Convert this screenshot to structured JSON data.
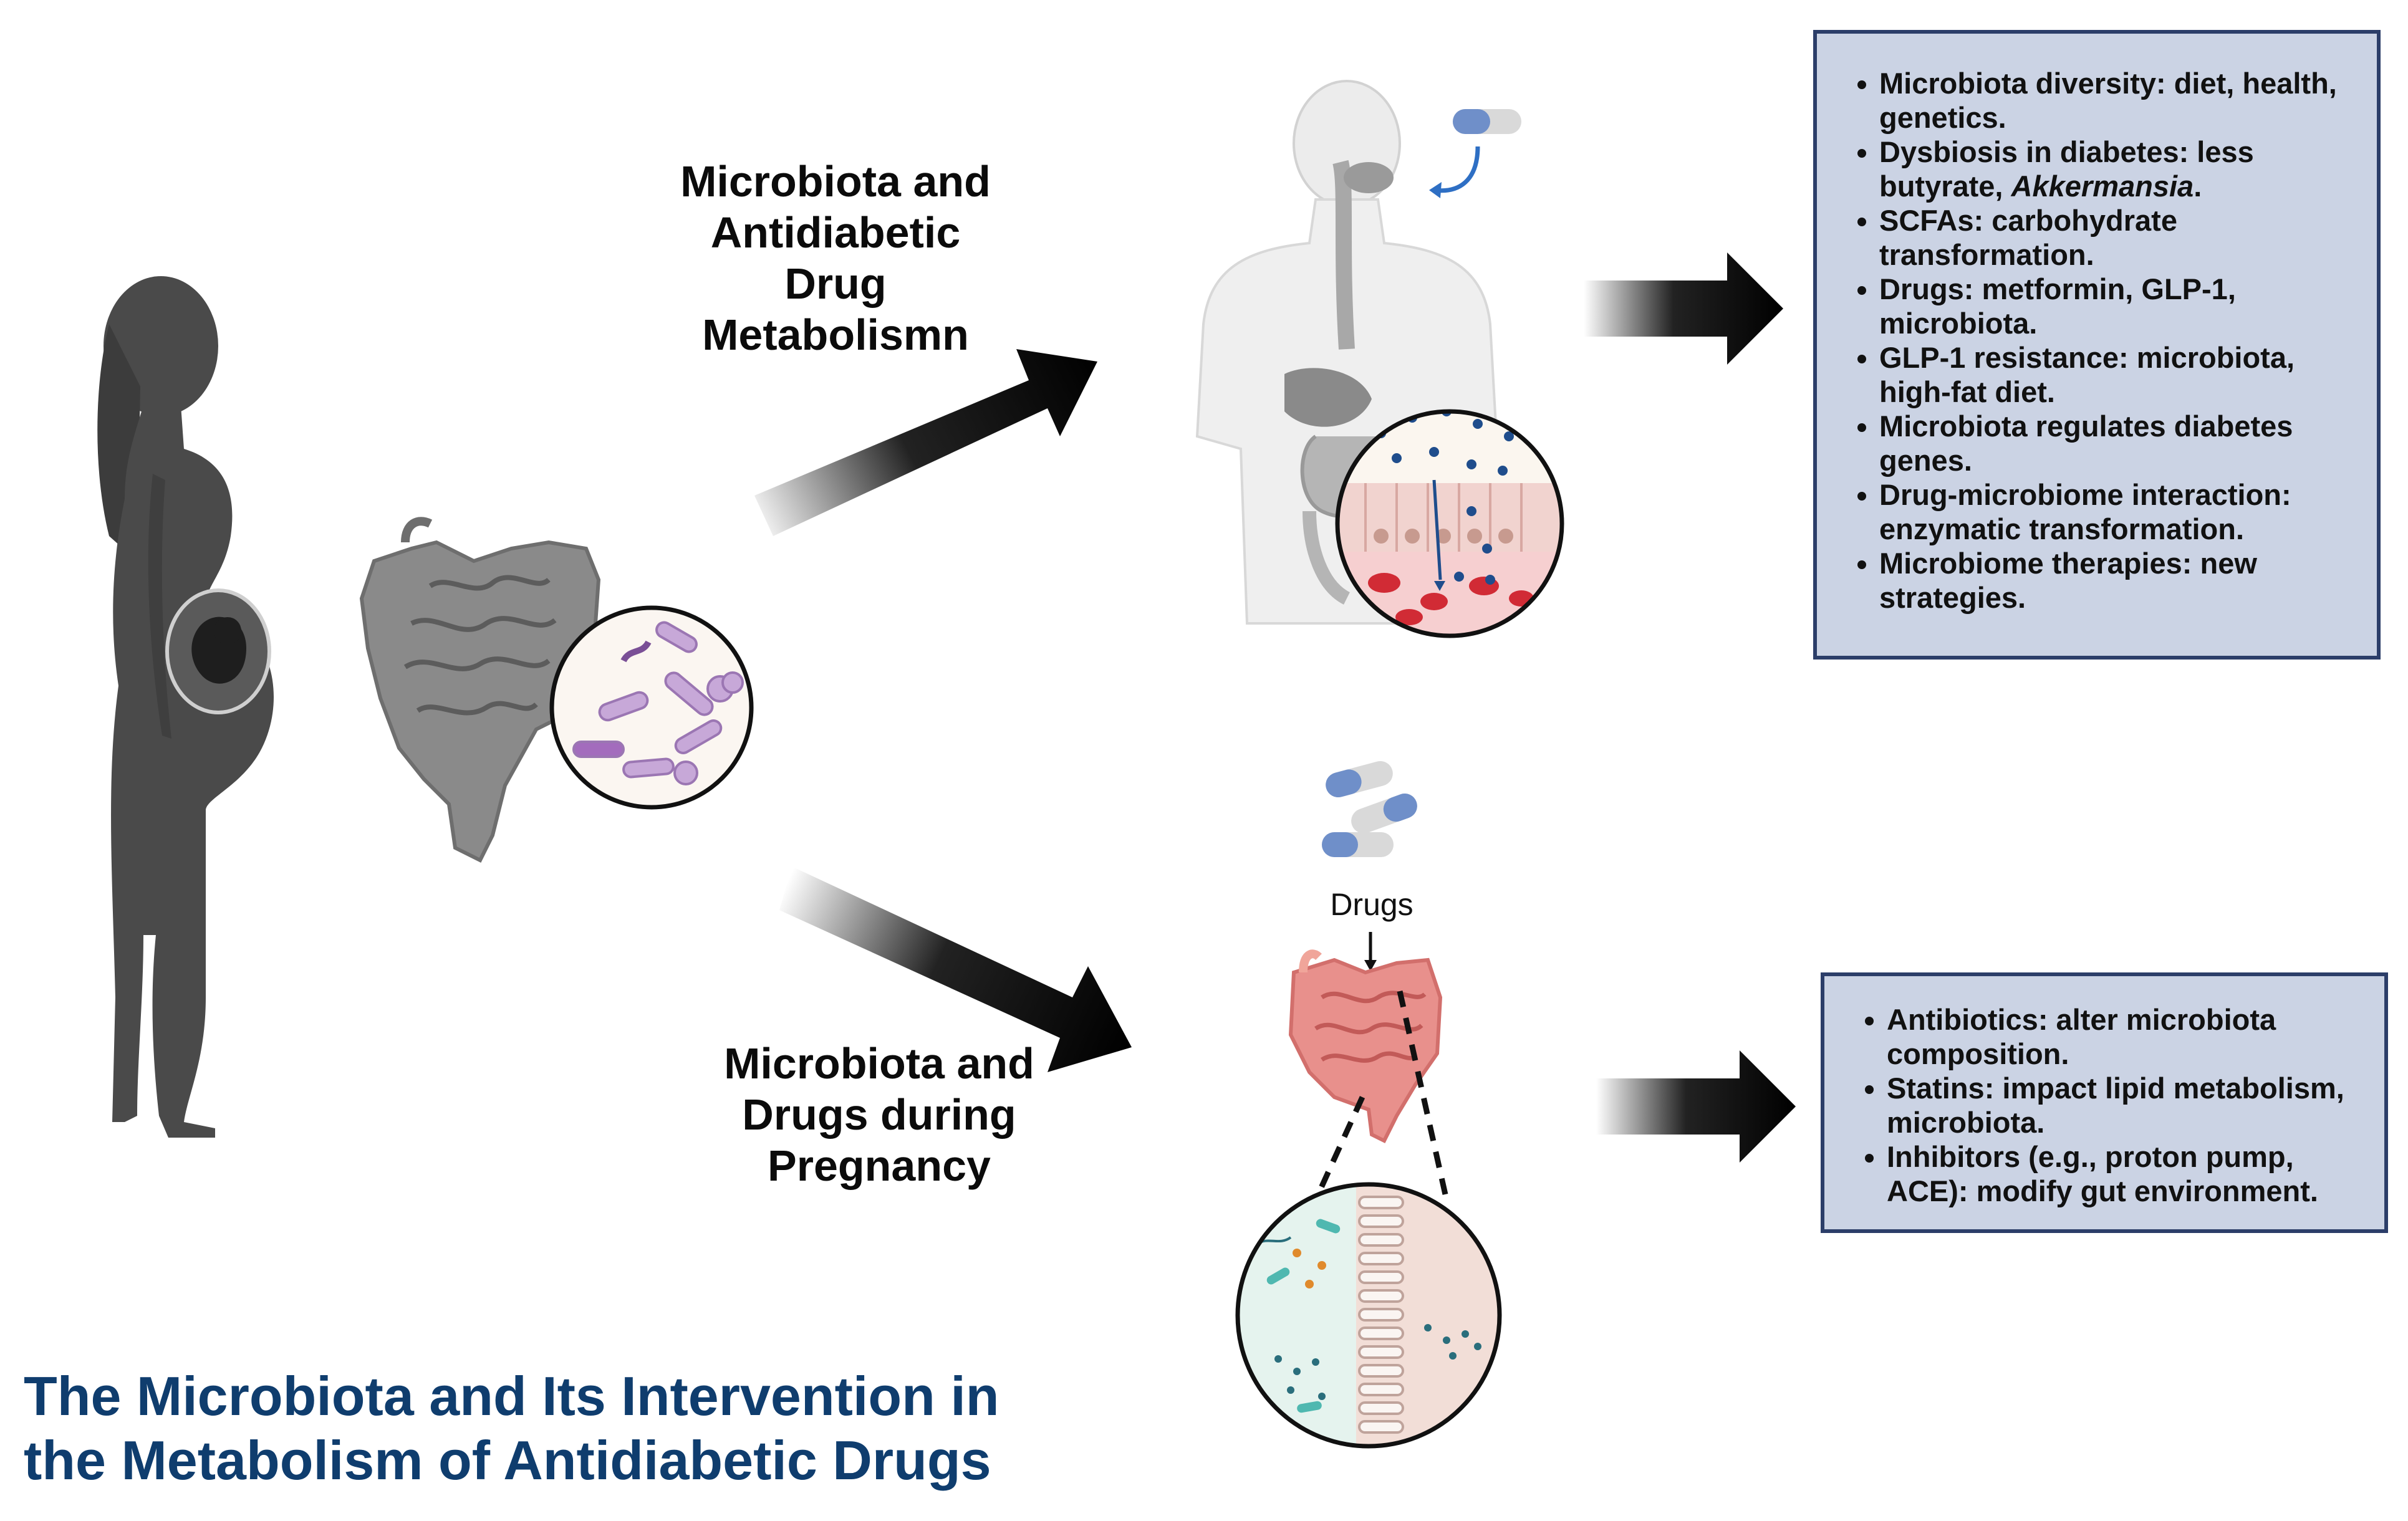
{
  "labels": {
    "top_pathway": [
      "Microbiota and",
      "Antidiabetic",
      "Drug",
      "Metabolismn"
    ],
    "bottom_pathway": [
      "Microbiota and",
      "Drugs during",
      "Pregnancy"
    ],
    "drugs": "Drugs"
  },
  "box_top": {
    "items": [
      {
        "text": "Microbiota diversity: diet, health, genetics."
      },
      {
        "text": "Dysbiosis in diabetes: less butyrate, ",
        "italic": "Akkermansia",
        "after": "."
      },
      {
        "text": "SCFAs: carbohydrate transformation."
      },
      {
        "text": "Drugs: metformin, GLP-1, microbiota."
      },
      {
        "text": "GLP-1 resistance: microbiota, high-fat diet."
      },
      {
        "text": "Microbiota regulates diabetes genes."
      },
      {
        "text": "Drug-microbiome interaction: enzymatic transformation."
      },
      {
        "text": "Microbiome therapies: new strategies."
      }
    ]
  },
  "box_bottom": {
    "items": [
      {
        "text": "Antibiotics: alter microbiota composition."
      },
      {
        "text": "Statins: impact lipid metabolism, microbiota."
      },
      {
        "text": "Inhibitors (e.g., proton pump, ACE): modify gut environment."
      }
    ]
  },
  "title": {
    "lines": [
      "The Microbiota and Its Intervention in",
      "the Metabolism of Antidiabetic Drugs"
    ]
  },
  "colors": {
    "title": "#0f3d6e",
    "box_fill": "#cbd3e4",
    "box_border": "#2c3e69",
    "silhouette": "#4a4a4a",
    "gut_gray": "#8a8a8a",
    "gut_pink": "#e8908c",
    "bacteria_purple": "#b58cc8",
    "capsule_blue": "#6f8fc9"
  },
  "icons": [
    "pregnant-woman-silhouette",
    "gray-intestine-icon",
    "bacteria-lens-icon",
    "human-body-digestive-icon",
    "capsule-icon",
    "intestinal-wall-lens-icon",
    "pink-intestine-icon",
    "gut-lumen-lens-icon"
  ]
}
